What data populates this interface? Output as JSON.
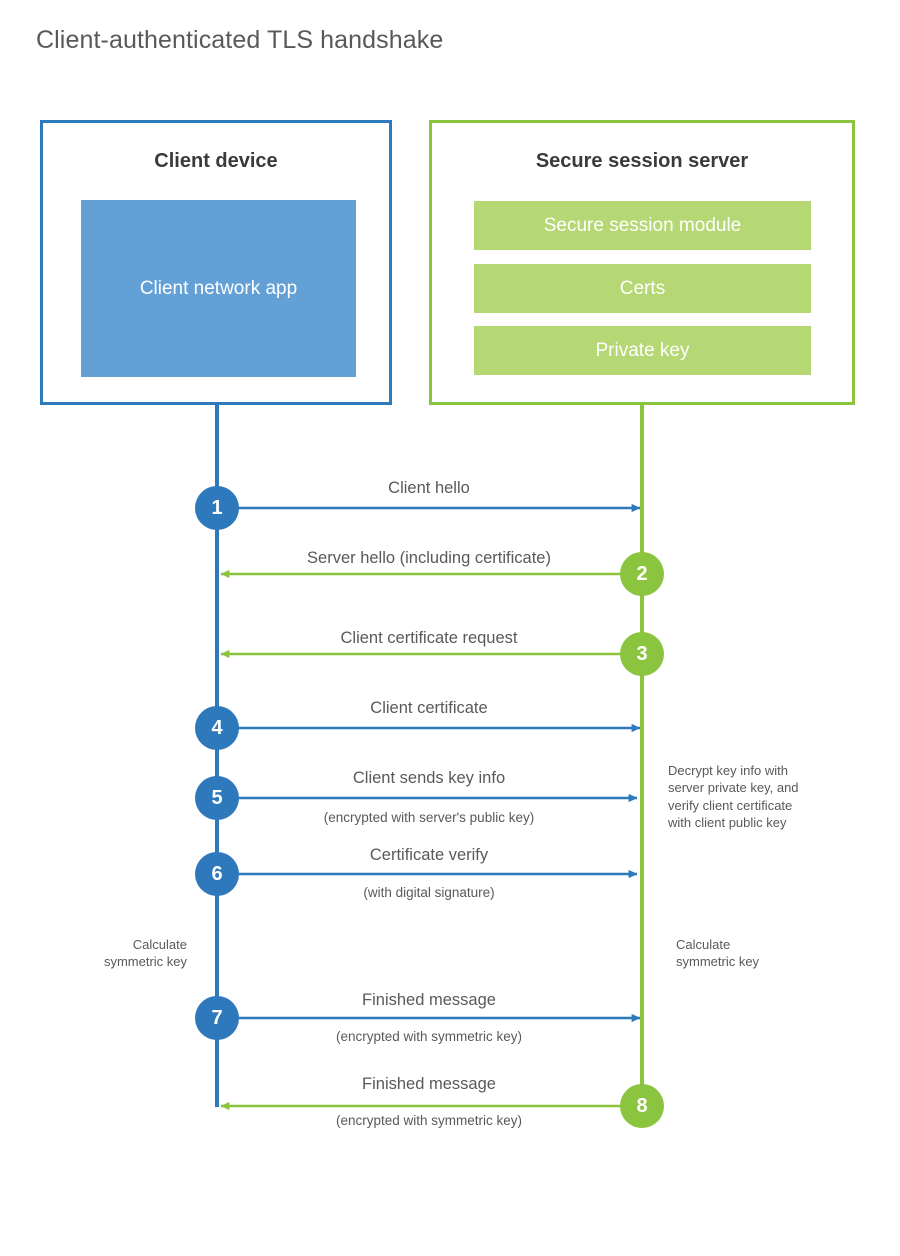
{
  "title": "Client-authenticated TLS handshake",
  "colors": {
    "client_blue": "#2e78bc",
    "client_app_fill": "#62a0d5",
    "server_green": "#8bc53f",
    "server_block_fill": "#b5d774",
    "text_gray": "#58595b",
    "heading_dark": "#3a3a3a",
    "background": "#ffffff"
  },
  "actors": {
    "client": {
      "title": "Client device",
      "blocks": [
        {
          "label_line1": "Client network",
          "label_line2": "app"
        }
      ]
    },
    "server": {
      "title": "Secure session server",
      "blocks": [
        {
          "label": "Secure session module"
        },
        {
          "label": "Certs"
        },
        {
          "label": "Private key"
        }
      ]
    }
  },
  "steps": [
    {
      "number": "1",
      "label": "Client hello",
      "sub": "",
      "direction": "client-to-server",
      "color": "blue"
    },
    {
      "number": "2",
      "label": "Server hello (including certificate)",
      "sub": "",
      "direction": "server-to-client",
      "color": "green"
    },
    {
      "number": "3",
      "label": "Client certificate request",
      "sub": "",
      "direction": "server-to-client",
      "color": "green"
    },
    {
      "number": "4",
      "label": "Client certificate",
      "sub": "",
      "direction": "client-to-server",
      "color": "blue"
    },
    {
      "number": "5",
      "label": "Client sends key info",
      "sub": "(encrypted with server's public key)",
      "direction": "client-to-server",
      "color": "blue"
    },
    {
      "number": "6",
      "label": "Certificate verify",
      "sub": "(with digital signature)",
      "direction": "client-to-server",
      "color": "blue"
    },
    {
      "number": "7",
      "label": "Finished message",
      "sub": "(encrypted with symmetric key)",
      "direction": "client-to-server",
      "color": "blue"
    },
    {
      "number": "8",
      "label": "Finished message",
      "sub": "(encrypted with symmetric key)",
      "direction": "server-to-client",
      "color": "green"
    }
  ],
  "annotations": {
    "server_decrypt": {
      "line1": "Decrypt key info with",
      "line2": "server private key, and",
      "line3": "verify client certificate",
      "line4": "with client public key"
    },
    "client_calculate": {
      "line1": "Calculate",
      "line2": "symmetric key"
    },
    "server_calculate": {
      "line1": "Calculate",
      "line2": "symmetric key"
    }
  }
}
